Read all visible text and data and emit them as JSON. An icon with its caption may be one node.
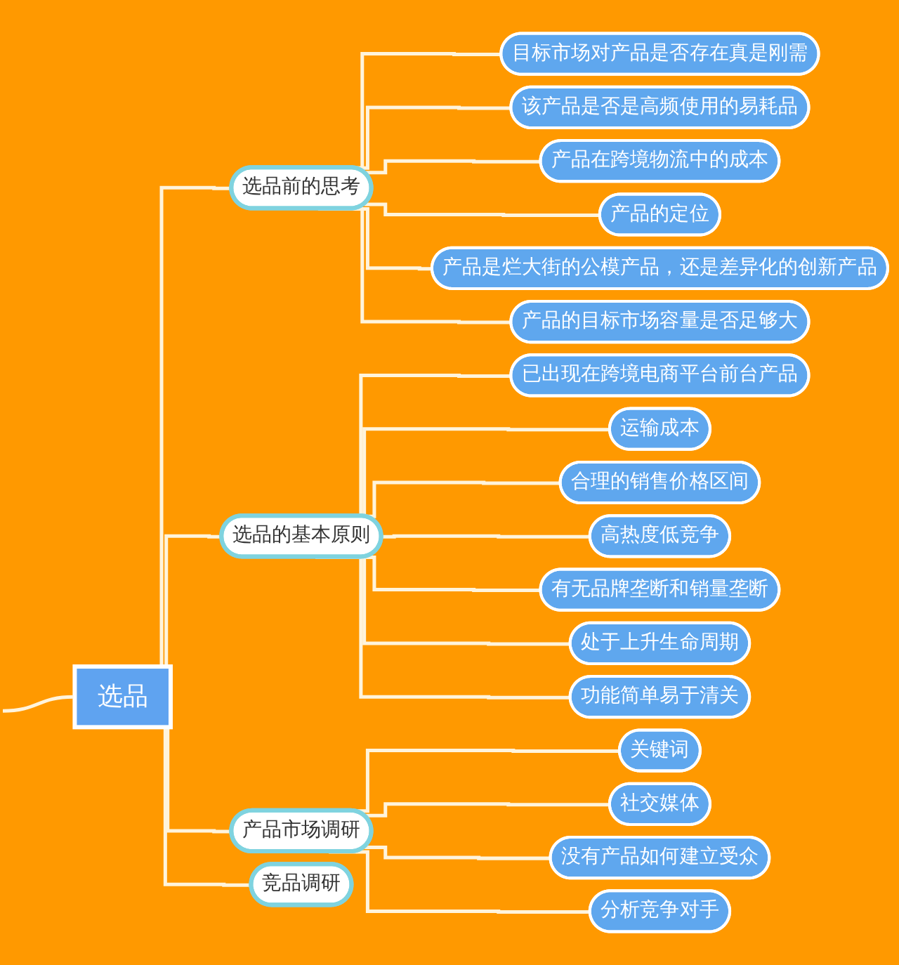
{
  "diagram": {
    "nodes": [
      {
        "text": [
          "选品"
        ]
      },
      {
        "text": [
          "选品前的思考"
        ]
      },
      {
        "text": [
          "目标市场对产品是否存在真是刚需"
        ]
      },
      {
        "text": [
          "该产品是否是高频使用的易耗品"
        ]
      },
      {
        "text": [
          "产品在跨境物流中的成本"
        ]
      },
      {
        "text": [
          "产品的定位"
        ]
      },
      {
        "text": [
          "产品是烂大街的公模产品，还是差异化的创新产品"
        ]
      },
      {
        "text": [
          "产品的目标市场容量是否足够大"
        ]
      },
      {
        "text": [
          "选品的基本原则"
        ]
      },
      {
        "text": [
          "已出现在跨境电商平台前台产品"
        ]
      },
      {
        "text": [
          "运输成本"
        ]
      },
      {
        "text": [
          "合理的销售价格区间"
        ]
      },
      {
        "text": [
          "高热度低竞争"
        ]
      },
      {
        "text": [
          "有无品牌垄断和销量垄断"
        ]
      },
      {
        "text": [
          "处于上升生命周期"
        ]
      },
      {
        "text": [
          "功能简单易于清关"
        ]
      },
      {
        "text": [
          "产品市场调研"
        ]
      },
      {
        "text": [
          "关键词"
        ]
      },
      {
        "text": [
          "社交媒体"
        ]
      },
      {
        "text": [
          "没有产品如何建立受众"
        ]
      },
      {
        "text": [
          "分析竞争对手"
        ]
      },
      {
        "text": [
          "竞品调研"
        ]
      }
    ],
    "edges": [
      {
        "from": null,
        "to": 0,
        "arrow": "none"
      },
      {
        "from": 0,
        "to": 1,
        "arrow": "none"
      },
      {
        "from": 0,
        "to": 8,
        "arrow": "none"
      },
      {
        "from": 0,
        "to": 16,
        "arrow": "none"
      },
      {
        "from": 0,
        "to": 21,
        "arrow": "none"
      },
      {
        "from": 1,
        "to": 2,
        "arrow": "none"
      },
      {
        "from": 1,
        "to": 3,
        "arrow": "none"
      },
      {
        "from": 1,
        "to": 4,
        "arrow": "none"
      },
      {
        "from": 1,
        "to": 5,
        "arrow": "none"
      },
      {
        "from": 1,
        "to": 6,
        "arrow": "none"
      },
      {
        "from": 1,
        "to": 7,
        "arrow": "none"
      },
      {
        "from": 8,
        "to": 9,
        "arrow": "none"
      },
      {
        "from": 8,
        "to": 10,
        "arrow": "none"
      },
      {
        "from": 8,
        "to": 11,
        "arrow": "none"
      },
      {
        "from": 8,
        "to": 12,
        "arrow": "none"
      },
      {
        "from": 8,
        "to": 13,
        "arrow": "none"
      },
      {
        "from": 8,
        "to": 14,
        "arrow": "none"
      },
      {
        "from": 8,
        "to": 15,
        "arrow": "none"
      },
      {
        "from": 16,
        "to": 17,
        "arrow": "none"
      },
      {
        "from": 16,
        "to": 18,
        "arrow": "none"
      },
      {
        "from": 16,
        "to": 19,
        "arrow": "none"
      },
      {
        "from": 16,
        "to": 20,
        "arrow": "none"
      }
    ]
  }
}
